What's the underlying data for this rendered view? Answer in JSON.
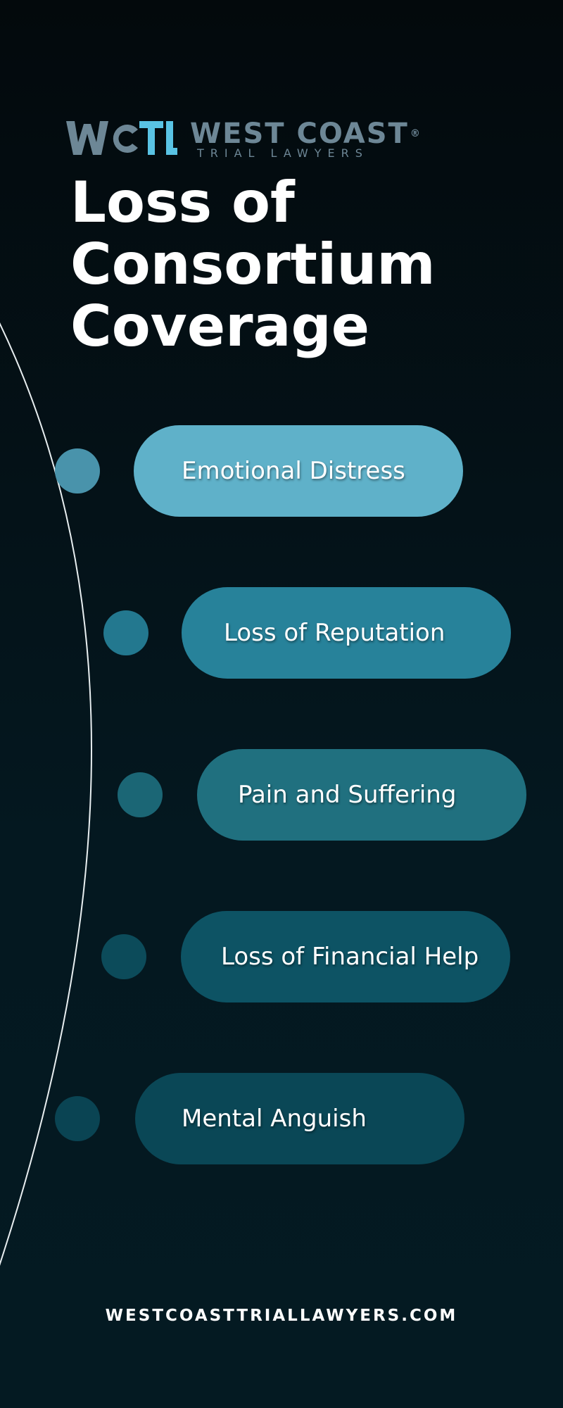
{
  "brand": {
    "logo_icon": "wctl-logo-icon",
    "logo_letters": "WCTL",
    "name": "WEST COAST",
    "registered": "®",
    "subtitle": "TRIAL LAWYERS",
    "colors": {
      "grey": "#6d8796",
      "light_blue": "#59c3e4"
    }
  },
  "title": {
    "line1": "Loss of",
    "line2": "Consortium",
    "line3": "Coverage"
  },
  "items": [
    {
      "label": "Emotional Distress",
      "color": "#5fb1c9",
      "dot_color": "#4993ab"
    },
    {
      "label": "Loss of Reputation",
      "color": "#27829a",
      "dot_color": "#23788f"
    },
    {
      "label": "Pain and Suffering",
      "color": "#20707f",
      "dot_color": "#1b6675"
    },
    {
      "label": "Loss of Financial Help",
      "color": "#0d5364",
      "dot_color": "#0c4b5a"
    },
    {
      "label": "Mental Anguish",
      "color": "#0a4756",
      "dot_color": "#0a4453"
    }
  ],
  "footer": {
    "url": "WESTCOASTTRIALLAWYERS.COM"
  }
}
